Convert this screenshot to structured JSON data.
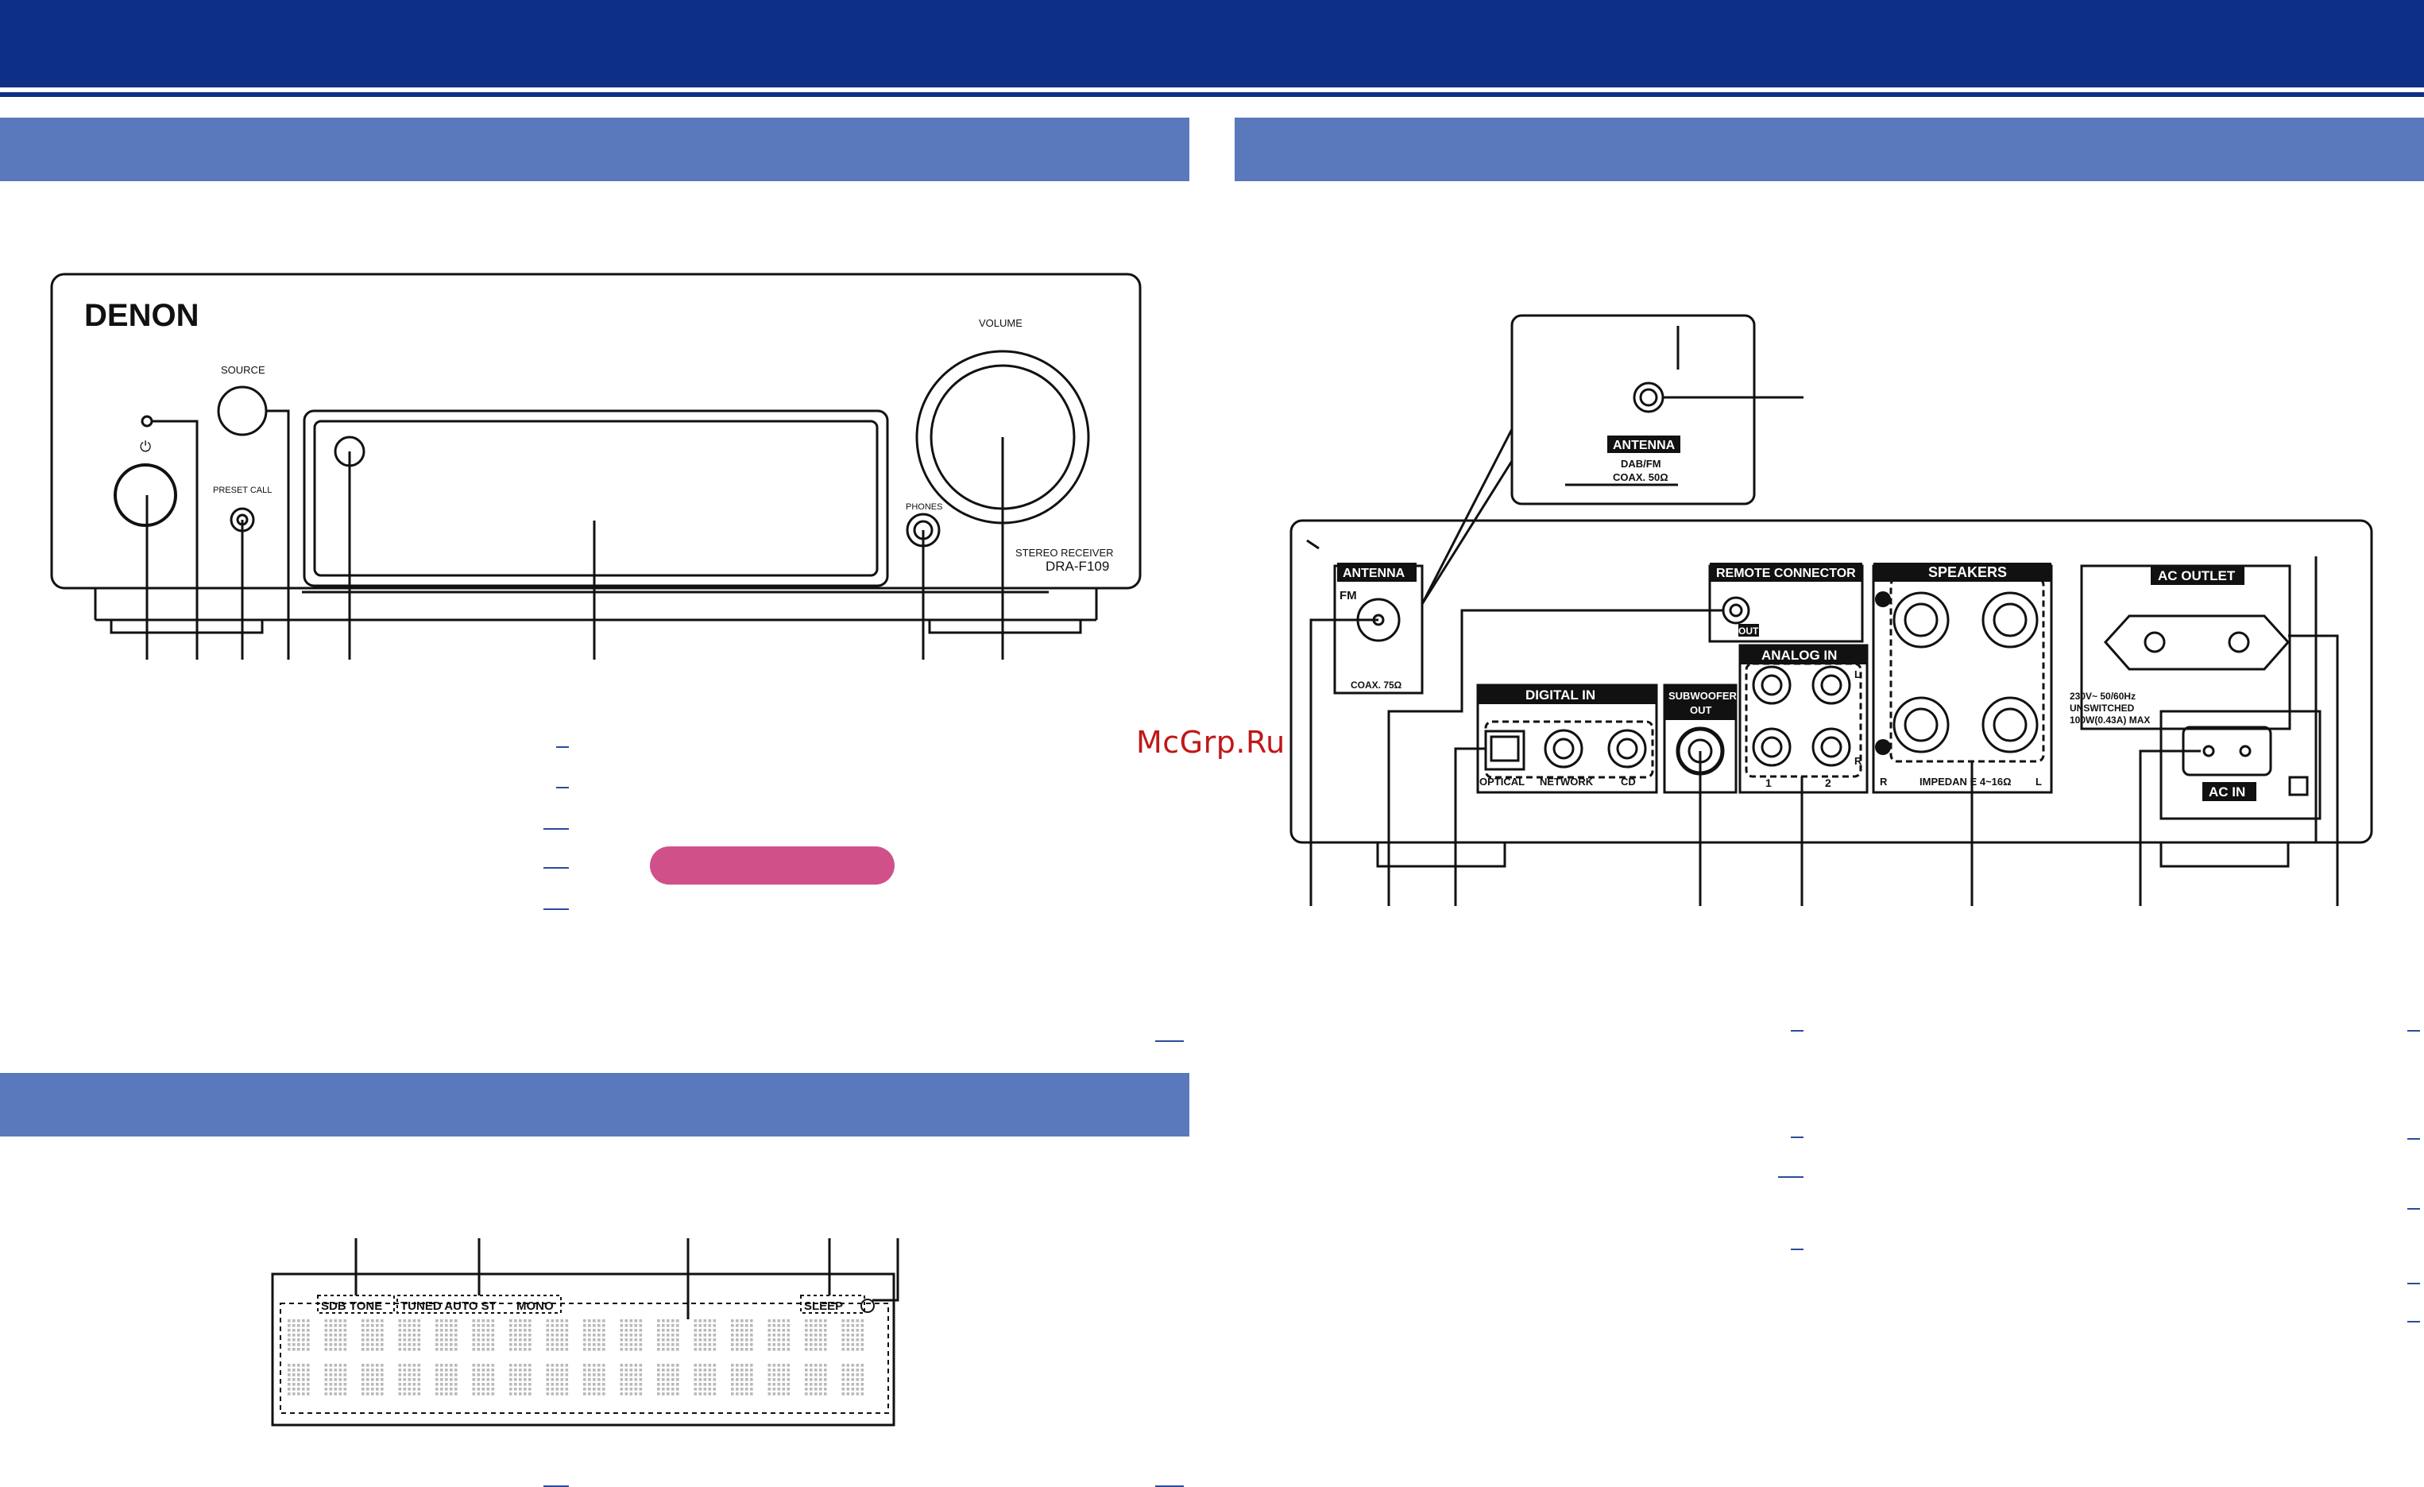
{
  "watermark": "McGrp.Ru",
  "front_panel": {
    "brand": "DENON",
    "source_label": "SOURCE",
    "volume_label": "VOLUME",
    "preset_call_label": "PRESET CALL",
    "phones_label": "PHONES",
    "power_symbol": "⏻",
    "model_type": "STEREO RECEIVER",
    "model_name": "DRA-F109"
  },
  "rear_panel": {
    "antenna_label": "ANTENNA",
    "fm_label": "FM",
    "coax75_label": "COAX. 75Ω",
    "remote_connector_label": "REMOTE CONNECTOR",
    "out_label": "OUT",
    "speakers_label": "SPEAKERS",
    "ac_outlet_label": "AC OUTLET",
    "digital_in_label": "DIGITAL IN",
    "optical_label": "OPTICAL",
    "network_label": "NETWORK",
    "cd_label": "CD",
    "subwoofer_label": "SUBWOOFER",
    "sub_out_label": "OUT",
    "analog_in_label": "ANALOG IN",
    "analog_1": "1",
    "analog_2": "2",
    "ch_l": "L",
    "ch_r": "R",
    "impedance_label": "IMPEDAN E 4~16Ω",
    "ac_spec_line1": "230V~ 50/60Hz",
    "ac_spec_line2": "UNSWITCHED",
    "ac_spec_line3": "100W(0.43A) MAX",
    "ac_in_label": "AC IN",
    "detail_antenna_label": "ANTENNA",
    "detail_dab_label": "DAB/FM",
    "detail_coax_label": "COAX. 50Ω"
  },
  "display": {
    "sdb_tone": "SDB TONE",
    "tuned_auto": "TUNED AUTO ST",
    "mono": "MONO",
    "sleep": "SLEEP"
  },
  "colors": {
    "header_bar": "#0d2f86",
    "section_bar": "#5a79bd",
    "pill": "#d0508a",
    "watermark": "#c01818"
  }
}
